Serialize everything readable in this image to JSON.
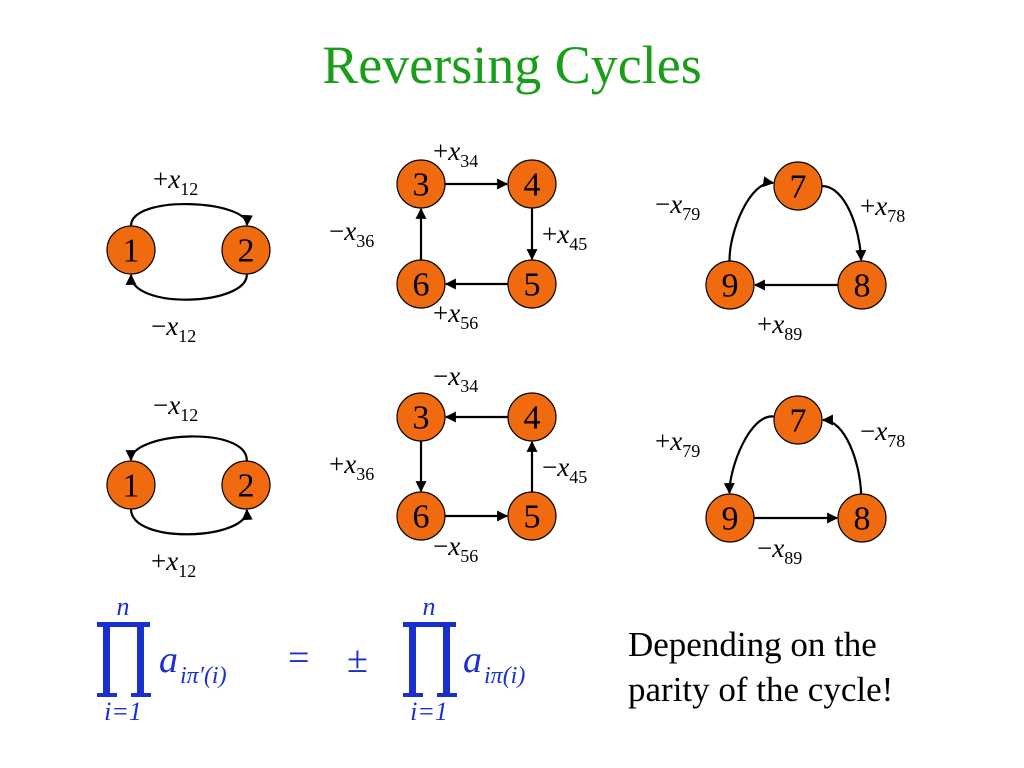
{
  "slide": {
    "title": "Reversing Cycles",
    "title_color": "#1a9e1a",
    "node_fill": "#f06a10",
    "formula_color": "#1a2fd0",
    "caption_lines": [
      "Depending on the",
      "parity of the cycle!"
    ]
  },
  "formula": {
    "upper": "n",
    "lower": "i=1",
    "lhs_base": "a",
    "lhs_sub": "iπ′(i)",
    "equals": "=",
    "pm": "±",
    "rhs_base": "a",
    "rhs_sub": "iπ(i)"
  },
  "diagrams": [
    {
      "id": "cycle-12-top",
      "nodes": [
        "1",
        "2"
      ],
      "edges": [
        {
          "from": "1",
          "to": "2",
          "sign": "+",
          "var": "x",
          "sub": "12"
        },
        {
          "from": "2",
          "to": "1",
          "sign": "−",
          "var": "x",
          "sub": "12"
        }
      ]
    },
    {
      "id": "cycle-3456-top",
      "nodes": [
        "3",
        "4",
        "5",
        "6"
      ],
      "edges": [
        {
          "from": "3",
          "to": "4",
          "sign": "+",
          "var": "x",
          "sub": "34"
        },
        {
          "from": "4",
          "to": "5",
          "sign": "+",
          "var": "x",
          "sub": "45"
        },
        {
          "from": "5",
          "to": "6",
          "sign": "+",
          "var": "x",
          "sub": "56"
        },
        {
          "from": "6",
          "to": "3",
          "sign": "−",
          "var": "x",
          "sub": "36"
        }
      ]
    },
    {
      "id": "cycle-789-top",
      "nodes": [
        "7",
        "8",
        "9"
      ],
      "edges": [
        {
          "from": "9",
          "to": "7",
          "sign": "−",
          "var": "x",
          "sub": "79"
        },
        {
          "from": "7",
          "to": "8",
          "sign": "+",
          "var": "x",
          "sub": "78"
        },
        {
          "from": "8",
          "to": "9",
          "sign": "+",
          "var": "x",
          "sub": "89"
        }
      ]
    },
    {
      "id": "cycle-12-bottom",
      "nodes": [
        "1",
        "2"
      ],
      "edges": [
        {
          "from": "2",
          "to": "1",
          "sign": "−",
          "var": "x",
          "sub": "12"
        },
        {
          "from": "1",
          "to": "2",
          "sign": "+",
          "var": "x",
          "sub": "12"
        }
      ]
    },
    {
      "id": "cycle-3456-bottom",
      "nodes": [
        "3",
        "4",
        "5",
        "6"
      ],
      "edges": [
        {
          "from": "4",
          "to": "3",
          "sign": "−",
          "var": "x",
          "sub": "34"
        },
        {
          "from": "5",
          "to": "4",
          "sign": "−",
          "var": "x",
          "sub": "45"
        },
        {
          "from": "6",
          "to": "5",
          "sign": "−",
          "var": "x",
          "sub": "56"
        },
        {
          "from": "3",
          "to": "6",
          "sign": "+",
          "var": "x",
          "sub": "36"
        }
      ]
    },
    {
      "id": "cycle-789-bottom",
      "nodes": [
        "7",
        "8",
        "9"
      ],
      "edges": [
        {
          "from": "7",
          "to": "9",
          "sign": "+",
          "var": "x",
          "sub": "79"
        },
        {
          "from": "8",
          "to": "7",
          "sign": "−",
          "var": "x",
          "sub": "78"
        },
        {
          "from": "9",
          "to": "8",
          "sign": "−",
          "var": "x",
          "sub": "89"
        }
      ]
    }
  ]
}
